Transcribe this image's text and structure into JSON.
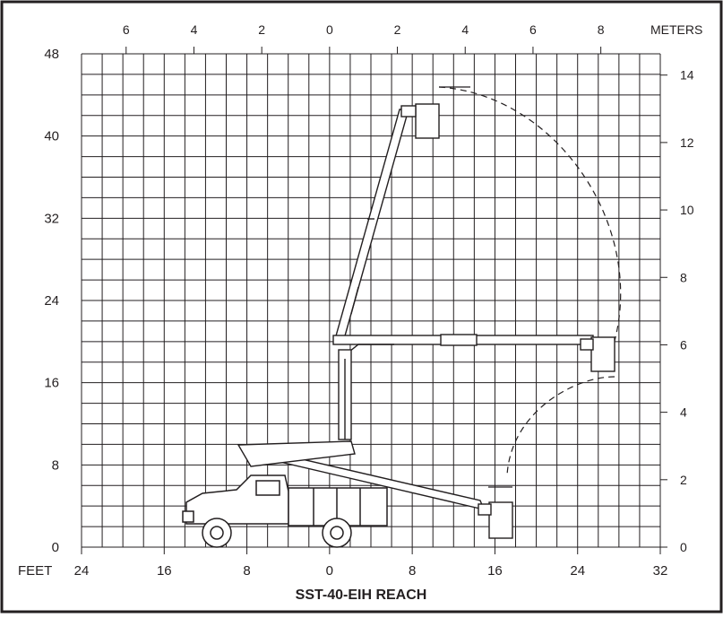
{
  "title": "SST-40-EIH REACH",
  "left_axis": {
    "unit_label": "FEET",
    "ticks": [
      "0",
      "8",
      "16",
      "24",
      "32",
      "40",
      "48"
    ]
  },
  "bottom_axis": {
    "ticks": [
      "24",
      "16",
      "8",
      "0",
      "8",
      "16",
      "24",
      "32"
    ]
  },
  "top_axis": {
    "unit_label": "METERS",
    "ticks": [
      "6",
      "4",
      "2",
      "0",
      "2",
      "4",
      "6",
      "8"
    ]
  },
  "right_axis": {
    "ticks": [
      "0",
      "2",
      "4",
      "6",
      "8",
      "10",
      "12",
      "14"
    ]
  },
  "colors": {
    "ink": "#231f20",
    "background": "#ffffff"
  }
}
